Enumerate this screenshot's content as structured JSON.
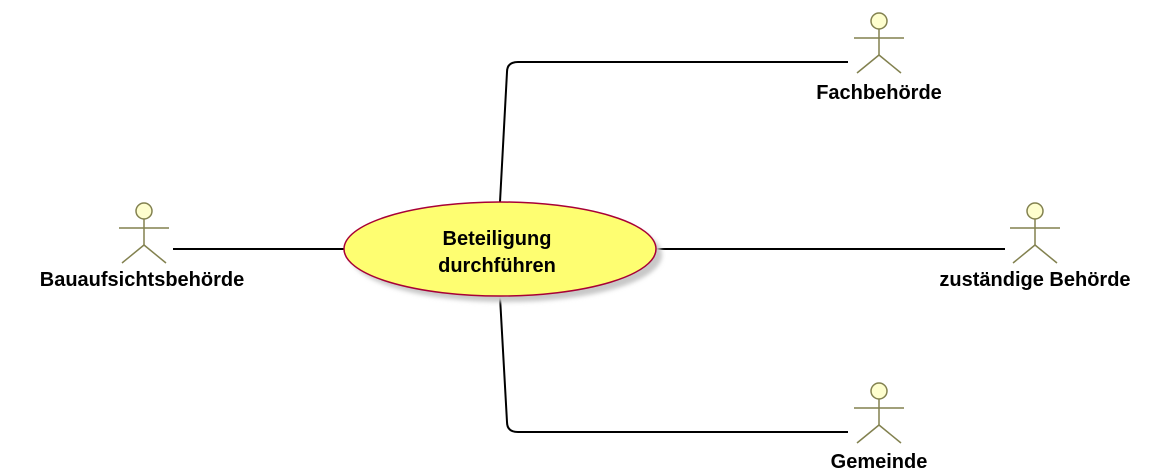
{
  "diagram": {
    "use_case": {
      "line1": "Beteiligung",
      "line2": "durchführen"
    },
    "actors": {
      "bauaufsicht": "Bauaufsichtsbehörde",
      "fachbehoerde": "Fachbehörde",
      "zustaendig": "zuständige Behörde",
      "gemeinde": "Gemeinde"
    }
  },
  "colors": {
    "use_case_fill": "#FEFE71",
    "use_case_border": "#A80036",
    "actor_head_fill": "#FEFECE",
    "actor_stroke": "#82814F",
    "connector": "#000000",
    "shadow": "#C8C8C8"
  },
  "icons": {
    "actor": "stick-figure-actor-icon"
  }
}
